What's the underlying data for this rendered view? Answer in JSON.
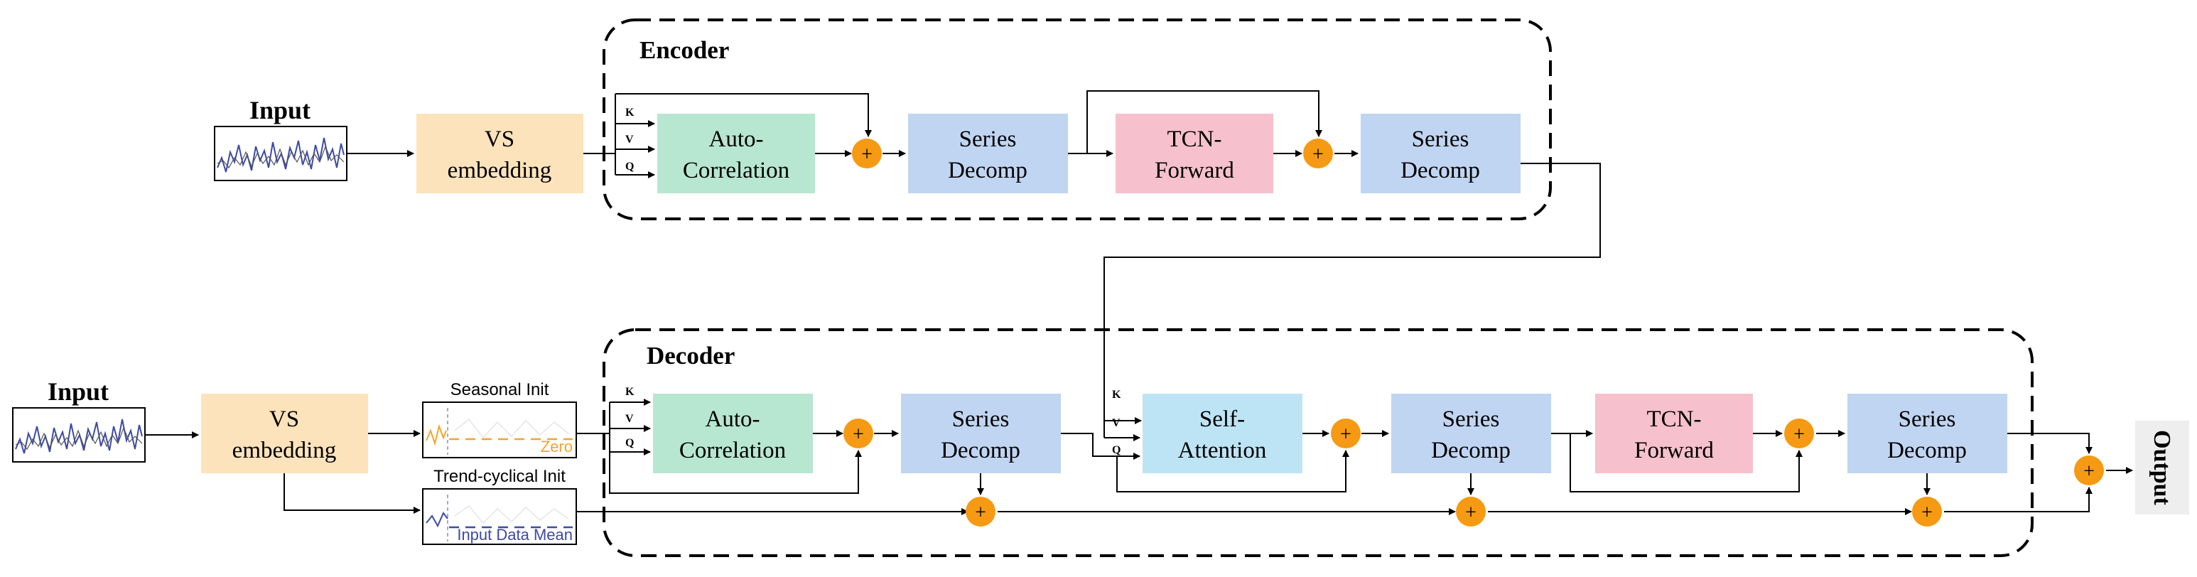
{
  "encoder": {
    "title": "Encoder",
    "input_label": "Input",
    "embedding": [
      "VS",
      "embedding"
    ],
    "autocorrelation": [
      "Auto-",
      "Correlation"
    ],
    "decomp1": [
      "Series",
      "Decomp"
    ],
    "forward": [
      "TCN-",
      "Forward"
    ],
    "decomp2": [
      "Series",
      "Decomp"
    ],
    "kvq": [
      "K",
      "V",
      "Q"
    ]
  },
  "decoder": {
    "title": "Decoder",
    "input_label": "Input",
    "embedding": [
      "VS",
      "embedding"
    ],
    "seasonal_init_title": "Seasonal Init",
    "seasonal_init_tag": "Zero",
    "trend_init_title": "Trend-cyclical Init",
    "trend_init_tag": "Input Data Mean",
    "autocorrelation": [
      "Auto-",
      "Correlation"
    ],
    "decomp1": [
      "Series",
      "Decomp"
    ],
    "attention": [
      "Self-",
      "Attention"
    ],
    "decomp2": [
      "Series",
      "Decomp"
    ],
    "forward": [
      "TCN-",
      "Forward"
    ],
    "decomp3": [
      "Series",
      "Decomp"
    ],
    "kvq_self": [
      "K",
      "V",
      "Q"
    ],
    "kvq_attn": [
      "K",
      "V",
      "Q"
    ]
  },
  "output_label": "Output",
  "plus_symbol": "+",
  "colors": {
    "embedding": "#fde3bb",
    "autocorrelation": "#b7e7d1",
    "decomp": "#c0d5f2",
    "forward": "#f6c1cc",
    "attention": "#bde4f4",
    "plus": "#f59a12",
    "seasonal": "#f2a52b",
    "trend": "#3d4aa6",
    "output_bg": "#eeeeee"
  }
}
